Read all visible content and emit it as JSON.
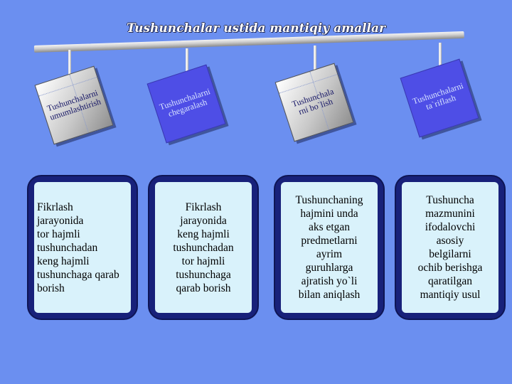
{
  "title": "Tushunchalar ustida mantiqiy amallar",
  "cards": [
    {
      "lines": [
        "Tushunchalarni",
        "umumlashtirish"
      ]
    },
    {
      "lines": [
        "Tushunchalarni",
        "chegaralash"
      ]
    },
    {
      "lines": [
        "Tushunchala",
        "rni bo`lish"
      ]
    },
    {
      "lines": [
        "Tushunchalarni",
        "ta`riflash"
      ]
    }
  ],
  "panels": [
    {
      "lines": [
        "Fikrlash",
        "jarayonida",
        "tor hajmli",
        "tushunchadan",
        "keng hajmli",
        "tushunchaga qarab",
        "borish"
      ]
    },
    {
      "lines": [
        "Fikrlash",
        "jarayonida",
        "keng hajmli",
        "tushunchadan",
        "tor hajmli",
        "tushunchaga",
        "qarab borish"
      ]
    },
    {
      "lines": [
        "Tushunchaning",
        "hajmini unda",
        "aks etgan",
        "predmetlarni",
        "ayrim",
        "guruhlarga",
        "ajratish yo`li",
        "bilan aniqlash"
      ]
    },
    {
      "lines": [
        "Tushuncha",
        "mazmunini",
        "ifodalovchi",
        "asosiy",
        "belgilarni",
        "ochib berishga",
        "qaratilgan",
        "mantiqiy usul"
      ]
    }
  ]
}
